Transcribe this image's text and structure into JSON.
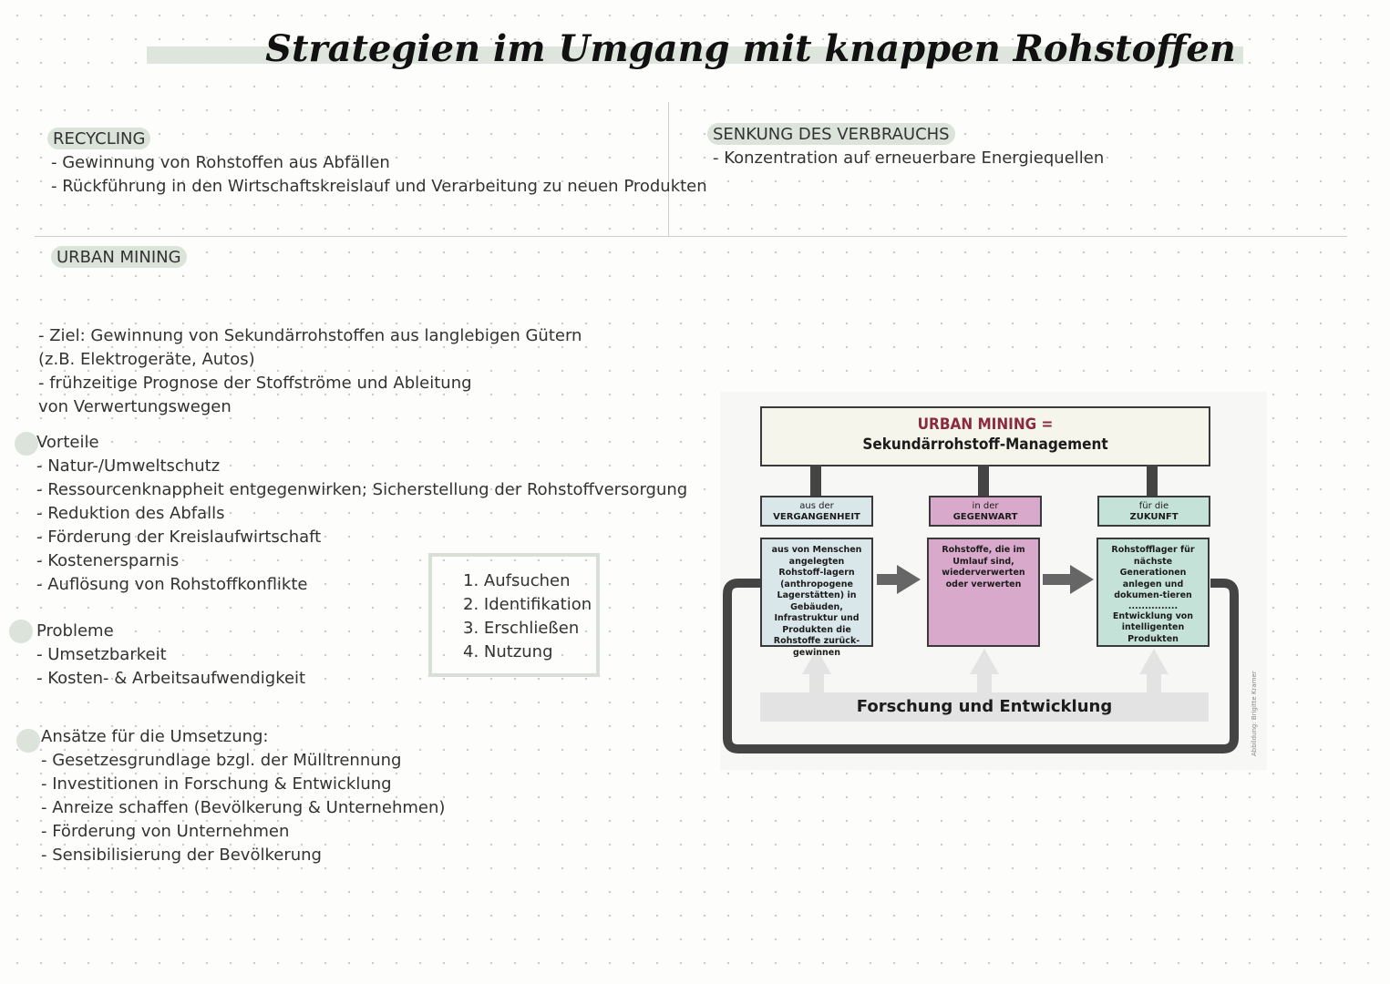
{
  "title": "Strategien im Umgang mit knappen Rohstoffen",
  "recycling": {
    "heading": "RECYCLING",
    "items": [
      "- Gewinnung von Rohstoffen aus Abfällen",
      "- Rückführung in den Wirtschaftskreislauf und Verarbeitung zu neuen Produkten"
    ]
  },
  "senkung": {
    "heading": "SENKUNG DES VERBRAUCHS",
    "items": [
      "- Konzentration auf erneuerbare Energiequellen"
    ]
  },
  "urban": {
    "heading": "URBAN MINING",
    "goal": [
      "- Ziel: Gewinnung von Sekundärrohstoffen aus langlebigen Gütern (z.B. Elektrogeräte, Autos)",
      "- frühzeitige Prognose der Stoffströme und Ableitung von Verwertungswegen"
    ],
    "vorteile_heading": "Vorteile",
    "vorteile": [
      "- Natur-/Umweltschutz",
      "- Ressourcenknappheit entgegenwirken; Sicherstellung der Rohstoffversorgung",
      "- Reduktion des Abfalls",
      "- Förderung der Kreislaufwirtschaft",
      "- Kostenersparnis",
      "- Auflösung von Rohstoffkonflikte"
    ],
    "probleme_heading": "Probleme",
    "probleme": [
      "- Umsetzbarkeit",
      "- Kosten- & Arbeitsaufwendigkeit"
    ],
    "ansaetze_heading": "Ansätze für die Umsetzung:",
    "ansaetze": [
      "- Gesetzesgrundlage bzgl. der Mülltrennung",
      "- Investitionen in Forschung & Entwicklung",
      "- Anreize schaffen (Bevölkerung & Unternehmen)",
      "- Förderung von Unternehmen",
      "- Sensibilisierung der Bevölkerung"
    ],
    "steps": [
      "1. Aufsuchen",
      "2. Identifikation",
      "3. Erschließen",
      "4. Nutzung"
    ]
  },
  "diagram": {
    "header_line1": "URBAN MINING =",
    "header_line2": "Sekundärrohstoff-Management",
    "col1_small": "aus der",
    "col1_label": "VERGANGENHEIT",
    "col1_text": "aus von Menschen angelegten Rohstoff-lagern (anthropogene Lagerstätten) in Gebäuden, Infrastruktur und Produkten die Rohstoffe zurück-gewinnen",
    "col2_small": "in der",
    "col2_label": "GEGENWART",
    "col2_text": "Rohstoffe, die im Umlauf sind, wiederverwerten oder verwerten",
    "col3_small": "für die",
    "col3_label": "ZUKUNFT",
    "col3_text": "Rohstofflager für nächste Generationen anlegen und dokumen-tieren",
    "col3_divider": "...............",
    "col3_text2": "Entwicklung von intelligenten Produkten",
    "bottom": "Forschung und Entwicklung",
    "credit": "Abbildung: Brigitte Kramer",
    "colors": {
      "past": "#d9e6ea",
      "present": "#d9a9cb",
      "future": "#c5e2d9",
      "accent": "#8a2a3e"
    }
  }
}
